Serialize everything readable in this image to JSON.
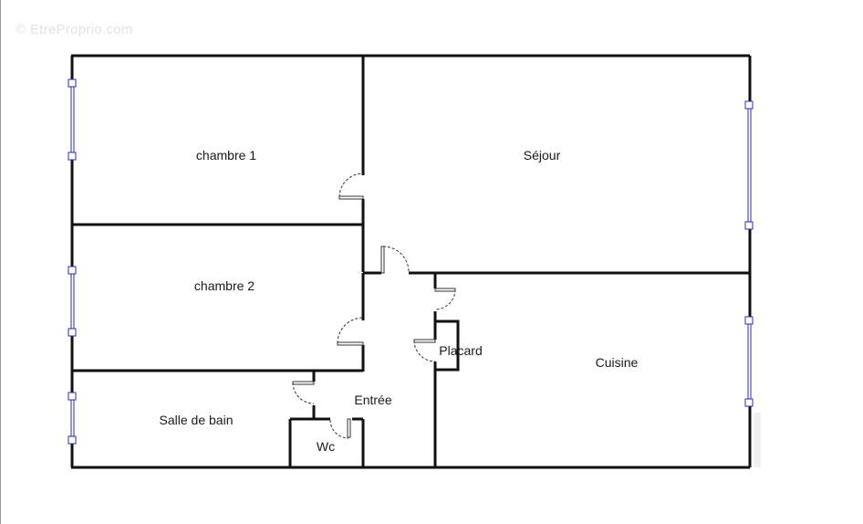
{
  "watermark": "© EtreProprio.com",
  "rooms": {
    "chambre1": "chambre 1",
    "sejour": "Séjour",
    "chambre2": "chambre 2",
    "placard": "Placard",
    "cuisine": "Cuisine",
    "entree": "Entrée",
    "salle_de_bain": "Salle de bain",
    "wc": "Wc"
  },
  "colors": {
    "wall": "#111111",
    "window_line": "#2b2bb8",
    "door_arc": "#333333",
    "watermark": "#e2e2e2"
  }
}
